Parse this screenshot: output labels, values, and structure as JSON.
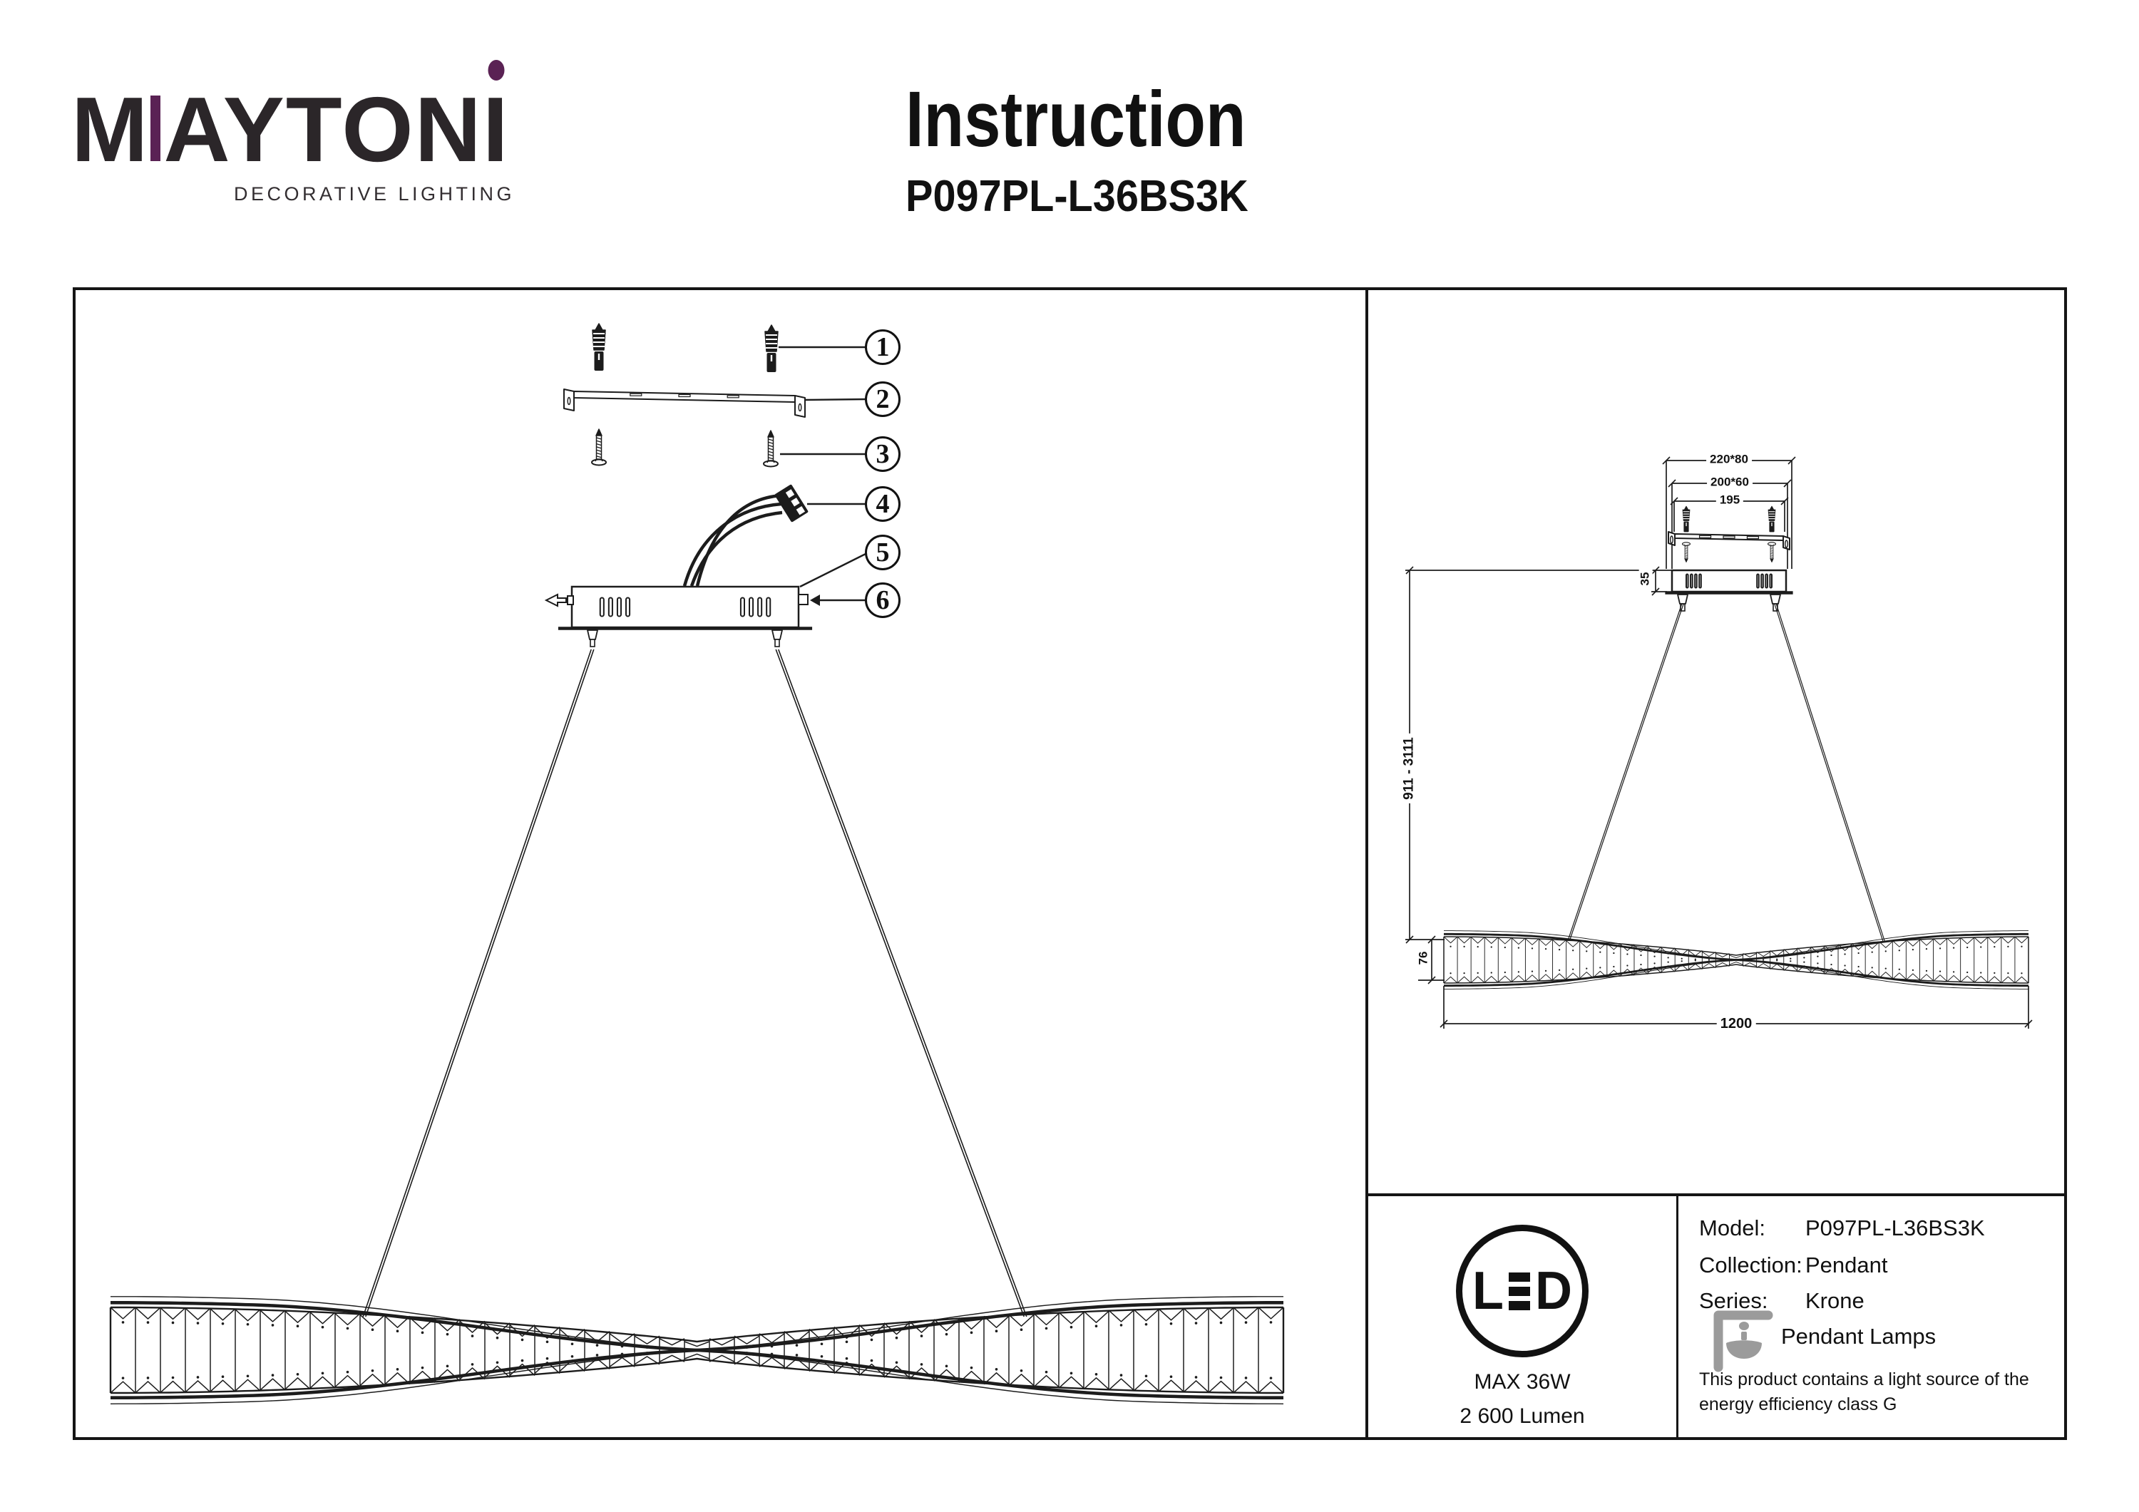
{
  "colors": {
    "accent_purple": "#5a2254",
    "line": "#1c1c1c",
    "icon_gray": "#9b9b9b"
  },
  "header": {
    "brand": {
      "word_start": "M",
      "word_mid": "AYTON",
      "word_end": "I",
      "tagline": "DECORATIVE LIGHTING"
    },
    "title": "Instruction",
    "model": "P097PL-L36BS3K"
  },
  "left_diagram": {
    "callouts": [
      "1",
      "2",
      "3",
      "4",
      "5",
      "6"
    ]
  },
  "right_diagram": {
    "dimensions": {
      "canopy_plate": "220*80",
      "canopy_body": "200*60",
      "bracket_span": "195",
      "canopy_height": "35",
      "suspension_height": "911 - 3111",
      "lamp_height": "76",
      "lamp_length": "1200"
    }
  },
  "info_box": {
    "led_badge": {
      "left": "L",
      "right": "D"
    },
    "max_power": "MAX 36W",
    "luminous_flux": "2 600 Lumen",
    "rows": [
      {
        "label": "Model:",
        "value": "P097PL-L36BS3K"
      },
      {
        "label": "Collection:",
        "value": "Pendant"
      },
      {
        "label": "Series:",
        "value": "Krone"
      }
    ],
    "category": "Pendant Lamps",
    "note_lines": [
      "This product contains a light source of the",
      "energy efficiency class G"
    ]
  }
}
